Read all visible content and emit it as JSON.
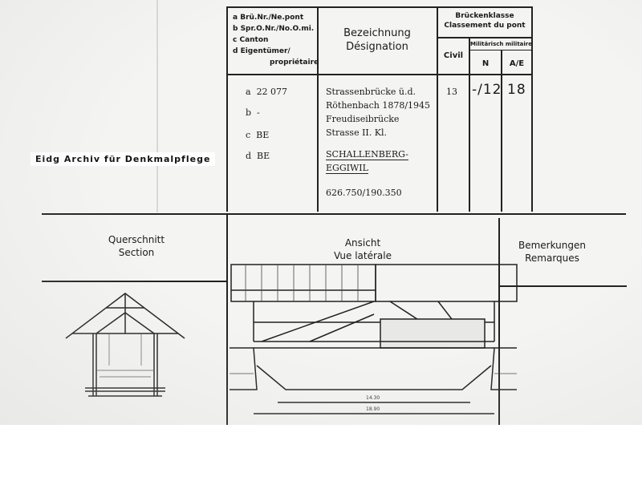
{
  "watermark": "Eidg Archiv für Denkmalpflege",
  "header": {
    "legend": {
      "a": "Brü.Nr./Ne.pont",
      "b": "Spr.O.Nr./No.O.mi.",
      "c": "Canton",
      "d1": "Eigentümer/",
      "d2": "propriétaire"
    },
    "designation_de": "Bezeichnung",
    "designation_fr": "Désignation",
    "class_de": "Brückenklasse",
    "class_fr": "Classement du pont",
    "civil": "Civil",
    "military": "Militärisch militaire",
    "n": "N",
    "ae": "A/E"
  },
  "record": {
    "letters": [
      "a",
      "b",
      "c",
      "d"
    ],
    "a_value": "22 077",
    "b_value": "-",
    "c_value": "BE",
    "d_value": "BE",
    "designation_lines": [
      "Strassenbrücke ü.d.",
      "Röthenbach 1878/1945",
      "Freudiseibrücke",
      "Strasse II. Kl."
    ],
    "place_lines": [
      "SCHALLENBERG-",
      "EGGIWIL"
    ],
    "coordinates": "626.750/190.350",
    "civil_value": "13",
    "n_value": "-/12",
    "ae_value": "18"
  },
  "drawings": {
    "section_de": "Querschnitt",
    "section_fr": "Section",
    "view_de": "Ansicht",
    "view_fr": "Vue latérale",
    "remarks_de": "Bemerkungen",
    "remarks_fr": "Remarques",
    "dim_span": "14.30",
    "dim_total": "18.90"
  }
}
